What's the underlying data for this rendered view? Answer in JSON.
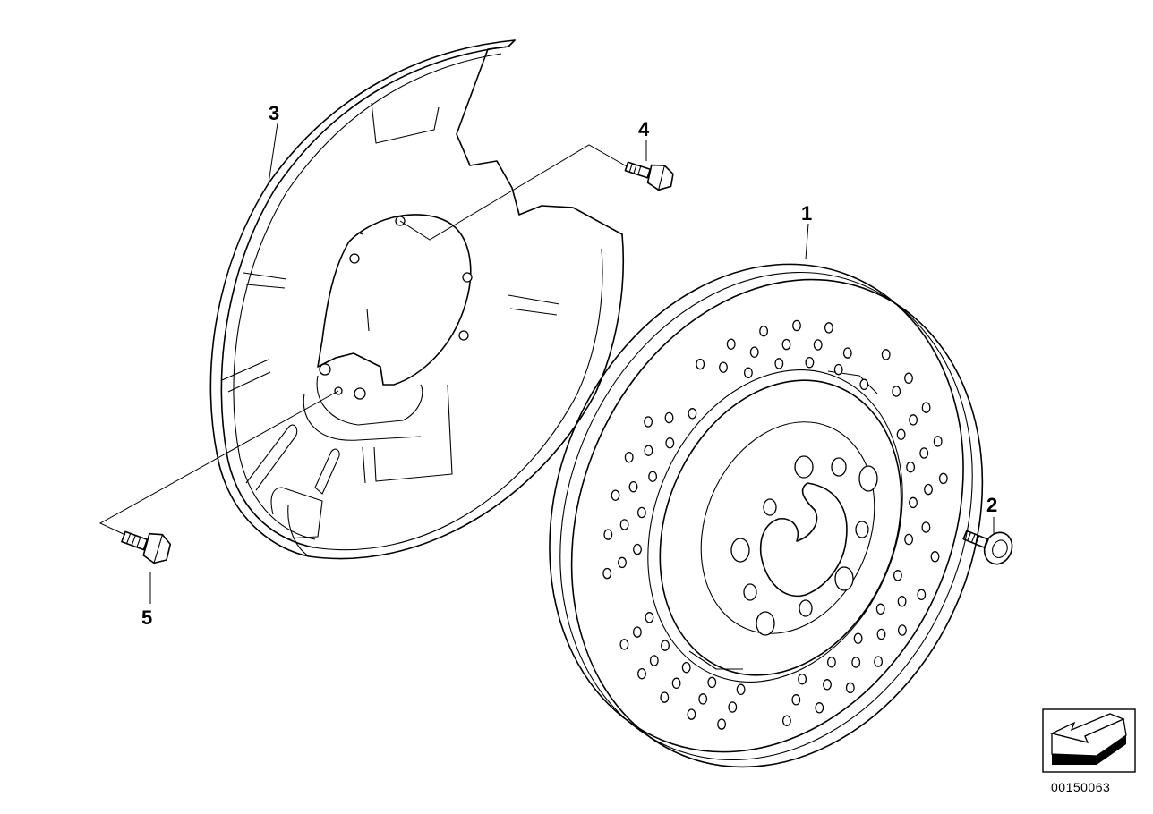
{
  "parts": [
    {
      "num": "1",
      "name": "brake-disc"
    },
    {
      "num": "2",
      "name": "disc-screw"
    },
    {
      "num": "3",
      "name": "backing-plate"
    },
    {
      "num": "4",
      "name": "plate-bolt"
    },
    {
      "num": "5",
      "name": "hex-bolt"
    }
  ],
  "diagram_ref": "00150063"
}
